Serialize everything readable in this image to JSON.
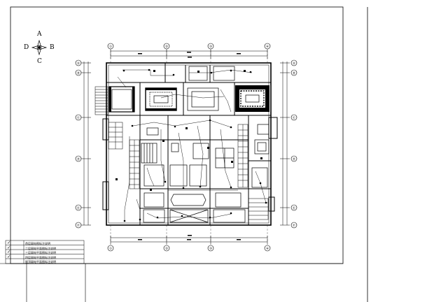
{
  "compass": {
    "north": "A",
    "south": "C",
    "west": "D",
    "east": "B"
  },
  "column_axes": [
    "①",
    "②",
    "③",
    "④"
  ],
  "row_axes": [
    "Ⓐ",
    "Ⓑ",
    "Ⓒ",
    "Ⓓ",
    "Ⓔ",
    "Ⓕ"
  ],
  "legend": {
    "items": [
      {
        "check": "✓",
        "label": "首层弱电图标注说明"
      },
      {
        "check": "✓",
        "label": "二层弱电平面图标注说明"
      },
      {
        "check": "✓",
        "label": "三层弱电平面图标注说明"
      },
      {
        "check": "✓",
        "label": "四层弱电平面图标注说明"
      },
      {
        "check": "",
        "label": "屋顶弱电平面图标注说明"
      }
    ]
  },
  "colors": {
    "line": "#000000",
    "background": "#ffffff"
  }
}
